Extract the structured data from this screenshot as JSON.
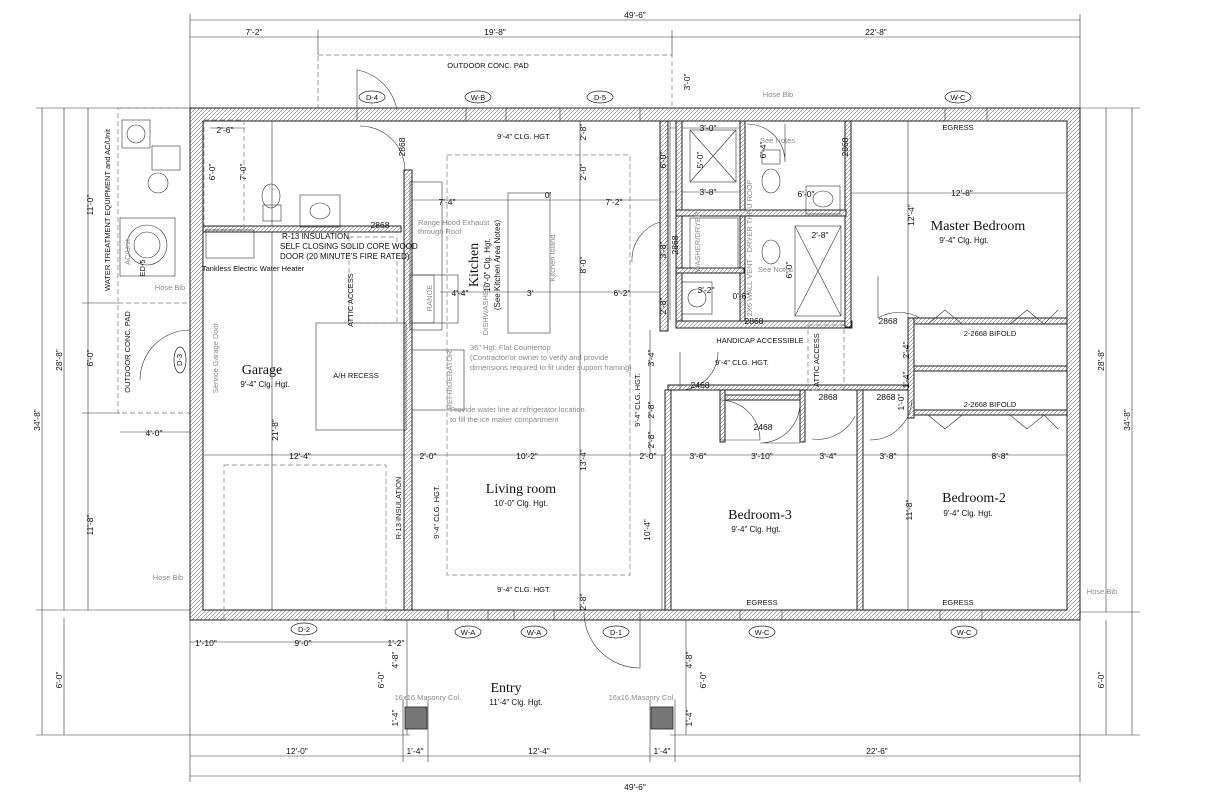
{
  "dimensions": {
    "top_overall": "49'-6\"",
    "top_left": "7'-2\"",
    "top_mid": "19'-8\"",
    "top_right": "22'-8\"",
    "bottom_overall": "49'-6\"",
    "bottom_left": "12'-0\"",
    "bottom_col1": "1'-4\"",
    "bottom_mid": "12'-4\"",
    "bottom_col2": "1'-4\"",
    "bottom_right": "22'-6\"",
    "left_overall": "34'-8\"",
    "left_section": "28'-8\"",
    "left_top": "11'-0\"",
    "left_mid": "6'-0\"",
    "left_bot": "11'-8\"",
    "left_entry": "6'-0\"",
    "right_overall": "34'-8\"",
    "right_section": "28'-8\"",
    "right_entry": "6'-0\"",
    "pad_height": "3'-0\"",
    "side_pad": "4'-0\"",
    "garage_width": "12'-4\"",
    "garage_door_left": "1'-10\"",
    "garage_door_width": "9'-0\"",
    "garage_door_right": "1'-2\"",
    "entry_left_a": "4'-8\"",
    "entry_left_b": "6'-0\"",
    "entry_left_c": "1'-4\"",
    "entry_right_a": "4'-8\"",
    "entry_right_b": "6'-0\"",
    "entry_right_c": "1'-4\"",
    "garage_height": "21'-8\"",
    "utility_w": "2'-6\"",
    "utility_h": "7'-0\"",
    "utility_h2": "6'-0\"",
    "kitchen_w1": "7'-4\"",
    "kitchen_w2": "7'-2\"",
    "kitchen_w3": "6'-2\"",
    "kitchen_w4": "4'-4\"",
    "kitchen_w5": "3'",
    "kitchen_w6": "0'",
    "kitchen_h1": "2'-8\"",
    "kitchen_h2": "2'-0\"",
    "kitchen_h3": "8'-0\"",
    "living_h": "13'-4\"",
    "living_bot": "2'-8\"",
    "living_w1": "2'-0\"",
    "living_w2": "10'-2\"",
    "living_w3": "2'-0\"",
    "master_h": "12'-4\"",
    "master_w": "12'-8\"",
    "bath_w1": "3'-0\"",
    "bath_w2": "3'-8\"",
    "bath_w3": "2'-8\"",
    "bath_w4": "0'-6\"",
    "bath_w5": "3'-2\"",
    "bath_h1": "6'-0\"",
    "bath_h2": "5'-0\"",
    "bath_h3": "3'-8\"",
    "bath_h4": "2'-8\"",
    "bath_h5": "6'-4\"",
    "bath_h6": "6'-0\"",
    "bath_h7": "6'-0\"",
    "hall_h1": "3'-4\"",
    "hall_h2": "2'-4\"",
    "hall_h3": "1'-4\"",
    "hall_h4": "1'-0\"",
    "hall_h5": "2'-8\"",
    "hall_h6": "2'-8\"",
    "bed3_w1": "3'-6\"",
    "bed3_w2": "3'-10\"",
    "bed3_w3": "3'-4\"",
    "bed2_w1": "3'-8\"",
    "bed2_w2": "8'-8\"",
    "bed3_h": "10'-4\"",
    "bed2_h": "11'-8\"",
    "hall_clg": "9'-4\" CLG. HGT.",
    "door_2868_a": "2868",
    "door_2868_b": "2868",
    "door_2868_c": "2868",
    "door_2868_d": "2868",
    "door_2868_e": "2868",
    "door_2868_f": "2868",
    "door_2868_g": "2868",
    "door_2868_h": "2868",
    "door_2468_a": "2468",
    "door_2468_b": "2468"
  },
  "tags": {
    "d4": "D-4",
    "wb": "W-B",
    "d5": "D-5",
    "wc_top": "W-C",
    "d3": "D-3",
    "d2": "D-2",
    "wa1": "W-A",
    "wa2": "W-A",
    "d1": "D-1",
    "wc_bot1": "W-C",
    "wc_bot2": "W-C"
  },
  "rooms": {
    "garage": {
      "name": "Garage",
      "clg": "9'-4\" Clg. Hgt."
    },
    "kitchen": {
      "name": "Kitchen",
      "clg": "10'-0\" Clg. Hgt.",
      "note": "(See Kitchen Area Notes)"
    },
    "living": {
      "name": "Living room",
      "clg": "10'-0\" Clg. Hgt."
    },
    "master": {
      "name": "Master Bedroom",
      "clg": "9'-4\" Clg. Hgt."
    },
    "bed3": {
      "name": "Bedroom-3",
      "clg": "9'-4\" Clg. Hgt."
    },
    "bed2": {
      "name": "Bedroom-2",
      "clg": "9'-4\" Clg. Hgt."
    },
    "entry": {
      "name": "Entry",
      "clg": "11'-4\" Clg. Hgt."
    }
  },
  "labels": {
    "outdoor_pad_top": "OUTDOOR CONC. PAD",
    "outdoor_pad_side": "OUTDOOR CONC. PAD",
    "water_treatment": "WATER TREATMENT EQUIPMENT and AC/Unit",
    "ac_unit": "AC/Unit",
    "ed5": "ED-5",
    "hose_bib_1": "Hose Bib",
    "hose_bib_2": "Hose Bib",
    "hose_bib_3": "Hose Bib",
    "hose_bib_4": "Hose Bib",
    "tankless": "Tankless Electric Water Heater",
    "r13_top_1": "R-13 INSULATION",
    "r13_top_2": "SELF CLOSING SOLID CORE WOOD",
    "r13_top_3": "DOOR (20 MINUTE'S FIRE RATED)",
    "r13_side": "R-13 INSULATION",
    "attic_access_1": "ATTIC ACCESS",
    "attic_access_2": "ATTIC ACCESS",
    "ah_recess": "A/H RECESS",
    "service_garage_door": "Service Garage Door",
    "clg_top_living": "9'-4\" CLG. HGT.",
    "clg_bottom_living": "9'-4\" CLG. HGT.",
    "clg_living_side1": "9'-4\" CLG. HGT.",
    "clg_living_side2": "9'-4\" CLG. HGT.",
    "range_hood_1": "Range Hood Exhaust",
    "range_hood_2": "through Roof",
    "kitchen_island": "Kitchen Island",
    "dishwasher": "DISHWASHER",
    "range": "RANGE",
    "refrigerator": "REFRIGERATOR",
    "countertop_1": "36\" Hgt. Flat Countertop",
    "countertop_2": "(Contractor/or owner to verify and provide",
    "countertop_3": "dimensions required to fit under support framing)",
    "water_line_1": "Provide water line at refrigerator location",
    "water_line_2": "to fill the ice maker compartment",
    "see_notes_1": "See Notes",
    "see_notes_2": "See Notes",
    "wall_vent": "2X6 WALL VENT - DRYER THRU ROOF",
    "washer_dryer": "WASHER/DRYER",
    "handicap": "HANDICAP ACCESSIBLE",
    "bifold_1": "2-2668 BIFOLD",
    "bifold_2": "2-2668 BIFOLD",
    "egress_master": "EGRESS",
    "egress_bed3": "EGRESS",
    "egress_bed2": "EGRESS",
    "masonry_1": "16x16 Masonry Col.",
    "masonry_2": "16x16 Masonry Col."
  }
}
